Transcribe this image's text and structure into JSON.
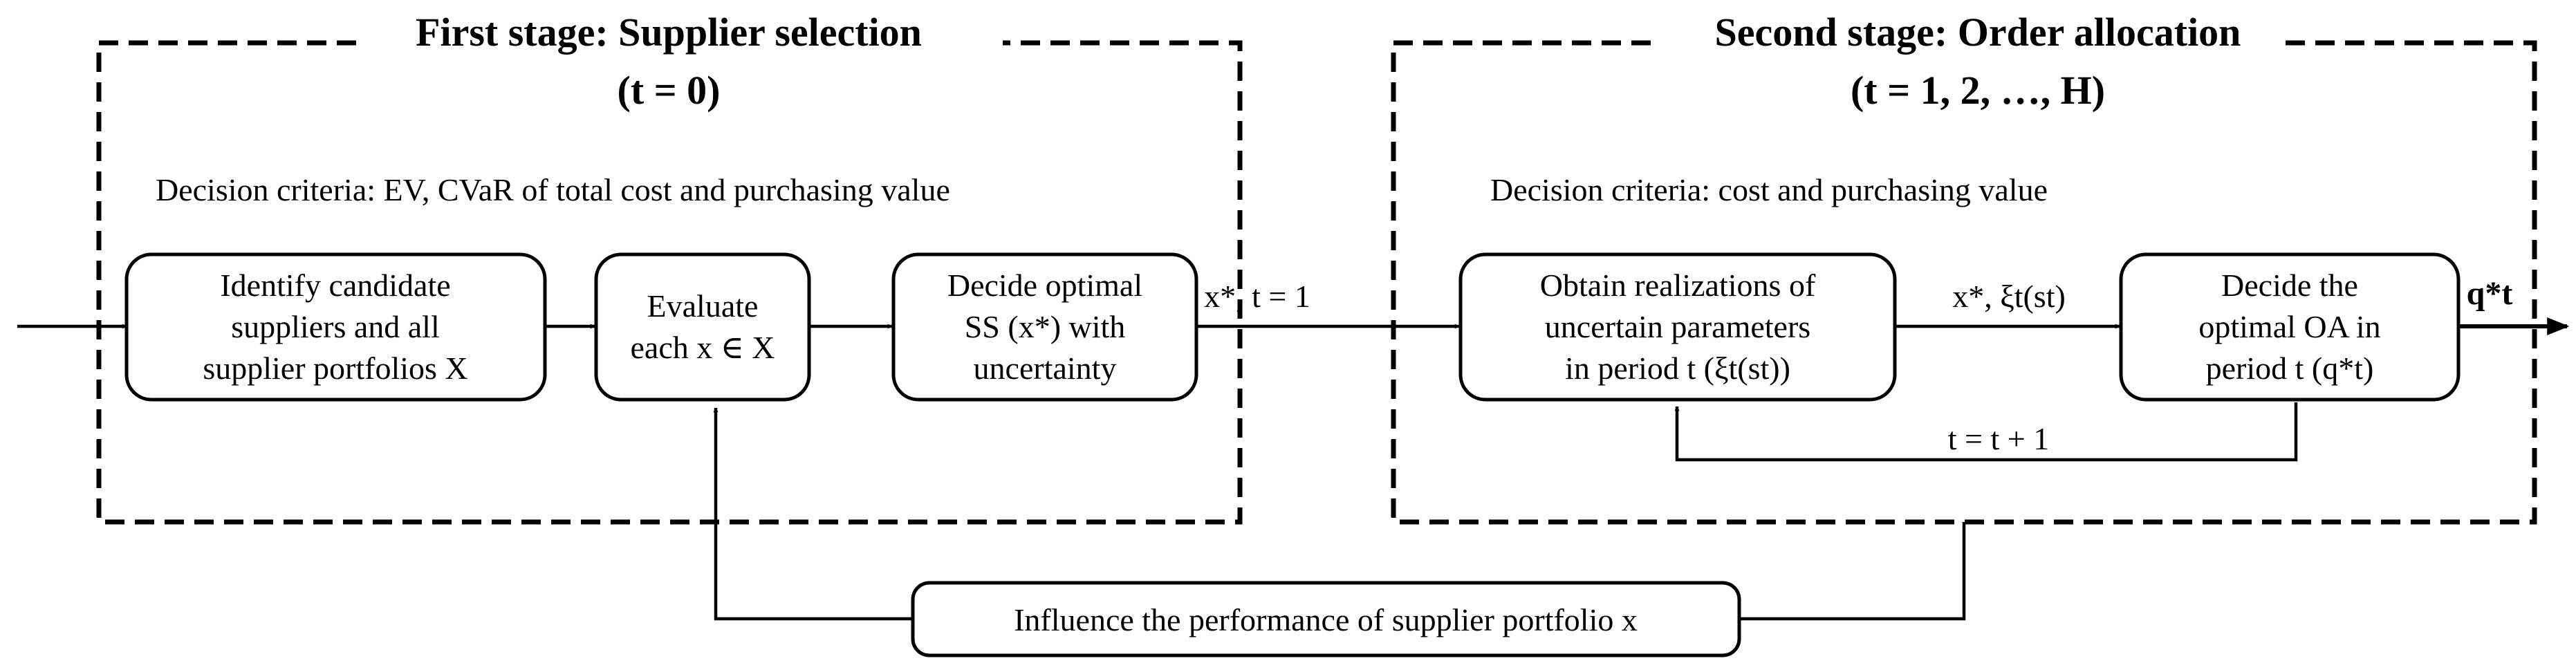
{
  "stage1": {
    "title": "First stage: Supplier selection",
    "time": "(t = 0)",
    "criteria": "Decision criteria: EV, CVaR of total cost and purchasing value"
  },
  "stage2": {
    "title": "Second stage: Order allocation",
    "time": "(t = 1, 2, …, H)",
    "criteria": "Decision criteria: cost and purchasing value"
  },
  "boxes": {
    "identify": [
      "Identify candidate",
      "suppliers and all",
      "supplier portfolios X"
    ],
    "evaluate": [
      "Evaluate",
      "each x ∈ X"
    ],
    "decide_ss": [
      "Decide optimal",
      "SS (x*) with",
      "uncertainty"
    ],
    "obtain": [
      "Obtain realizations of",
      "uncertain parameters",
      "in period t (ξt(st))"
    ],
    "decide_oa": [
      "Decide the",
      "optimal OA in",
      "period t (q*t)"
    ],
    "influence": "Influence the performance of supplier portfolio x"
  },
  "labels": {
    "x_star_t1": "x*, t = 1",
    "x_star_xi": "x*, ξt(st)",
    "t_increment": "t = t + 1",
    "q_star": "q*t"
  }
}
